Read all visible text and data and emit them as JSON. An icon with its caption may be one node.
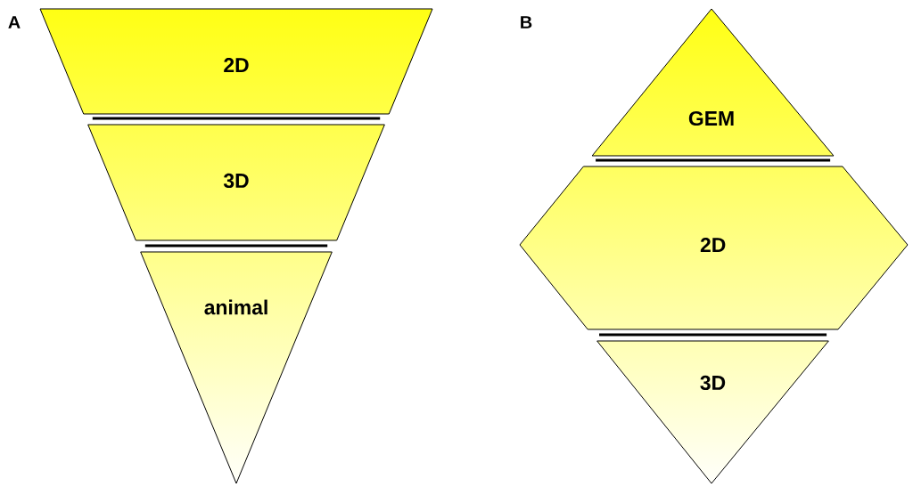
{
  "diagram": {
    "nodes": [
      {
        "text": [
          "2D"
        ]
      },
      {
        "text": [
          "3D"
        ]
      },
      {
        "text": [
          "animal"
        ]
      },
      {
        "text": [
          "GEM"
        ]
      },
      {
        "text": [
          "2D"
        ]
      },
      {
        "text": [
          "3D"
        ]
      }
    ],
    "labels": [
      "A",
      "B"
    ]
  }
}
